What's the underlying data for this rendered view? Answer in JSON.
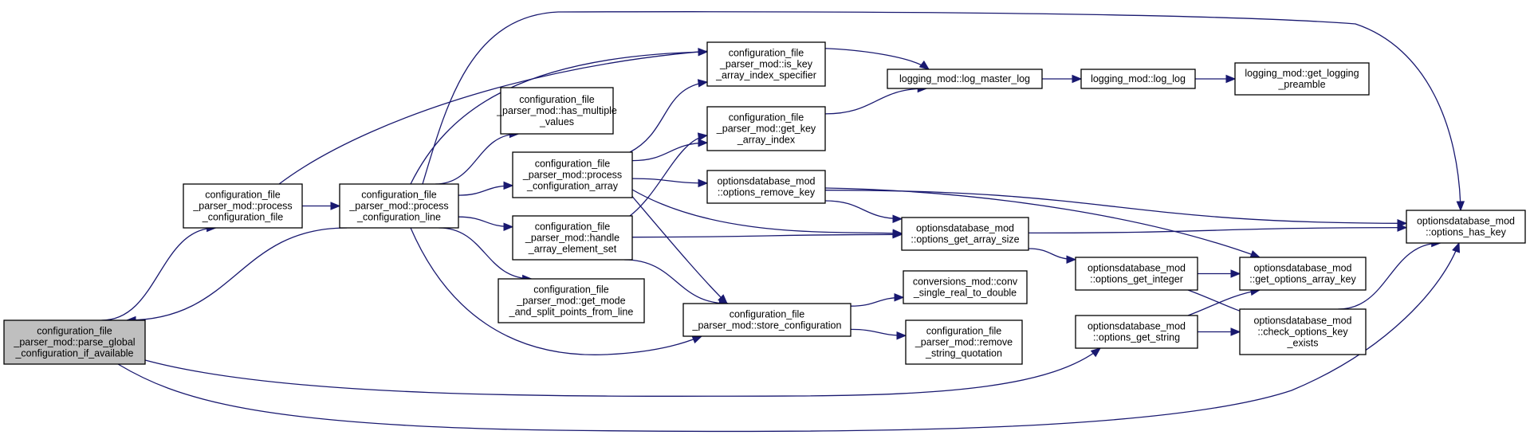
{
  "nodes": [
    {
      "id": "parse_global",
      "lines": [
        "configuration_file",
        "_parser_mod::parse_global",
        "_configuration_if_available"
      ],
      "root": true
    },
    {
      "id": "process_file",
      "lines": [
        "configuration_file",
        "_parser_mod::process",
        "_configuration_file"
      ]
    },
    {
      "id": "process_line",
      "lines": [
        "configuration_file",
        "_parser_mod::process",
        "_configuration_line"
      ]
    },
    {
      "id": "has_multiple",
      "lines": [
        "configuration_file",
        "_parser_mod::has_multiple",
        "_values"
      ]
    },
    {
      "id": "process_array",
      "lines": [
        "configuration_file",
        "_parser_mod::process",
        "_configuration_array"
      ]
    },
    {
      "id": "handle_array",
      "lines": [
        "configuration_file",
        "_parser_mod::handle",
        "_array_element_set"
      ]
    },
    {
      "id": "get_mode",
      "lines": [
        "configuration_file",
        "_parser_mod::get_mode",
        "_and_split_points_from_line"
      ]
    },
    {
      "id": "is_key",
      "lines": [
        "configuration_file",
        "_parser_mod::is_key",
        "_array_index_specifier"
      ]
    },
    {
      "id": "get_key",
      "lines": [
        "configuration_file",
        "_parser_mod::get_key",
        "_array_index"
      ]
    },
    {
      "id": "remove_key",
      "lines": [
        "optionsdatabase_mod",
        "::options_remove_key"
      ]
    },
    {
      "id": "store_conf",
      "lines": [
        "configuration_file",
        "_parser_mod::store_configuration"
      ]
    },
    {
      "id": "log_master",
      "lines": [
        "logging_mod::log_master_log"
      ]
    },
    {
      "id": "log_log",
      "lines": [
        "logging_mod::log_log"
      ]
    },
    {
      "id": "get_preamble",
      "lines": [
        "logging_mod::get_logging",
        "_preamble"
      ]
    },
    {
      "id": "get_array_size",
      "lines": [
        "optionsdatabase_mod",
        "::options_get_array_size"
      ]
    },
    {
      "id": "conv",
      "lines": [
        "conversions_mod::conv",
        "_single_real_to_double"
      ]
    },
    {
      "id": "remove_quote",
      "lines": [
        "configuration_file",
        "_parser_mod::remove",
        "_string_quotation"
      ]
    },
    {
      "id": "get_integer",
      "lines": [
        "optionsdatabase_mod",
        "::options_get_integer"
      ]
    },
    {
      "id": "get_string",
      "lines": [
        "optionsdatabase_mod",
        "::options_get_string"
      ]
    },
    {
      "id": "has_key",
      "lines": [
        "optionsdatabase_mod",
        "::options_has_key"
      ]
    },
    {
      "id": "get_opt_arr_key",
      "lines": [
        "optionsdatabase_mod",
        "::get_options_array_key"
      ]
    },
    {
      "id": "check_key",
      "lines": [
        "optionsdatabase_mod",
        "::check_options_key",
        "_exists"
      ]
    }
  ],
  "edges": [
    [
      "parse_global",
      "process_file"
    ],
    [
      "parse_global",
      "get_string"
    ],
    [
      "parse_global",
      "has_key"
    ],
    [
      "process_file",
      "process_line"
    ],
    [
      "process_file",
      "log_master"
    ],
    [
      "process_line",
      "parse_global"
    ],
    [
      "process_line",
      "has_multiple"
    ],
    [
      "process_line",
      "process_array"
    ],
    [
      "process_line",
      "handle_array"
    ],
    [
      "process_line",
      "get_mode"
    ],
    [
      "process_line",
      "is_key"
    ],
    [
      "process_line",
      "store_conf"
    ],
    [
      "process_line",
      "has_key"
    ],
    [
      "process_array",
      "is_key"
    ],
    [
      "process_array",
      "get_key"
    ],
    [
      "process_array",
      "remove_key"
    ],
    [
      "process_array",
      "get_array_size"
    ],
    [
      "process_array",
      "store_conf"
    ],
    [
      "handle_array",
      "get_key"
    ],
    [
      "handle_array",
      "get_array_size"
    ],
    [
      "handle_array",
      "store_conf"
    ],
    [
      "get_key",
      "log_master"
    ],
    [
      "log_master",
      "log_log"
    ],
    [
      "log_log",
      "get_preamble"
    ],
    [
      "remove_key",
      "get_array_size"
    ],
    [
      "remove_key",
      "has_key"
    ],
    [
      "remove_key",
      "get_opt_arr_key"
    ],
    [
      "get_array_size",
      "has_key"
    ],
    [
      "get_array_size",
      "get_integer"
    ],
    [
      "store_conf",
      "conv"
    ],
    [
      "store_conf",
      "remove_quote"
    ],
    [
      "get_integer",
      "get_opt_arr_key"
    ],
    [
      "get_integer",
      "check_key"
    ],
    [
      "get_string",
      "get_opt_arr_key"
    ],
    [
      "get_string",
      "check_key"
    ],
    [
      "check_key",
      "has_key"
    ]
  ]
}
